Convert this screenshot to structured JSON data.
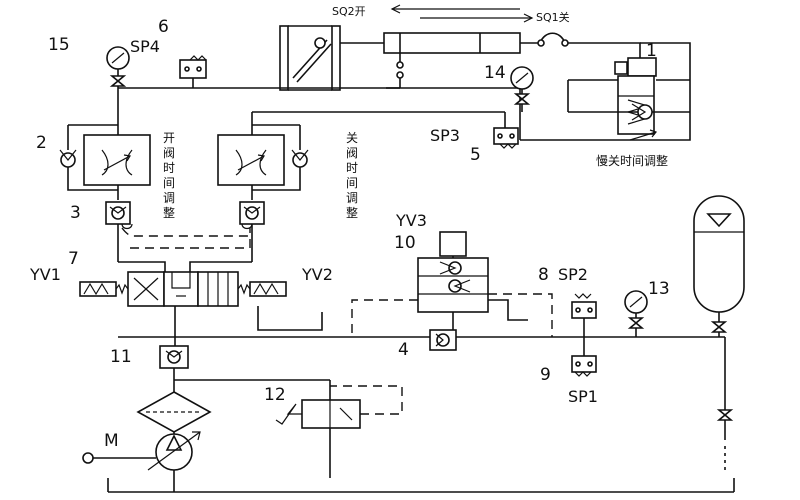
{
  "labels": {
    "n1": "1",
    "n2": "2",
    "n3": "3",
    "n4": "4",
    "n5": "5",
    "n6": "6",
    "n7": "7",
    "n8": "8",
    "n9": "9",
    "n10": "10",
    "n11": "11",
    "n12": "12",
    "n13": "13",
    "n14": "14",
    "n15": "15",
    "sp1": "SP1",
    "sp2": "SP2",
    "sp3": "SP3",
    "sp4": "SP4",
    "yv1": "YV1",
    "yv2": "YV2",
    "yv3": "YV3",
    "sq1": "SQ1关",
    "sq2": "SQ2开",
    "m": "M"
  },
  "notes": {
    "open_time": [
      "开",
      "阀",
      "时",
      "间",
      "调",
      "整"
    ],
    "close_time": [
      "关",
      "阀",
      "时",
      "间",
      "调",
      "整"
    ],
    "slow_close": "慢关时间调整"
  },
  "icons": {
    "gauge": "pressure-gauge-icon",
    "check_valve": "check-valve-icon",
    "throttle": "throttle-valve-icon",
    "spring": "spring-icon",
    "pump": "variable-pump-icon",
    "filter": "filter-icon",
    "accumulator": "accumulator-icon",
    "solenoid": "solenoid-icon"
  }
}
